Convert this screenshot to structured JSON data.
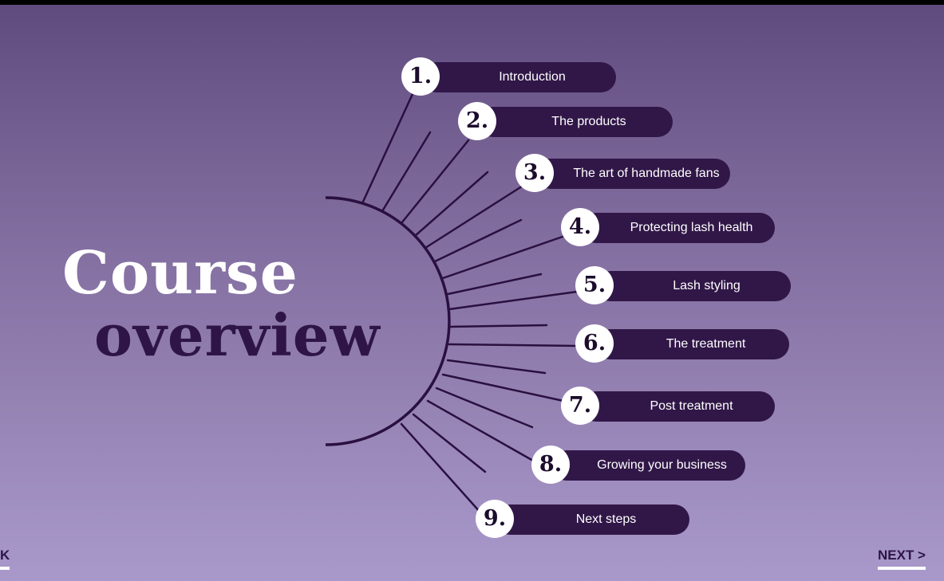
{
  "page": {
    "title_line1": "Course",
    "title_line2": "overview"
  },
  "menu": {
    "items": [
      {
        "number": "1.",
        "label": "Introduction"
      },
      {
        "number": "2.",
        "label": "The products"
      },
      {
        "number": "3.",
        "label": "The art of handmade fans"
      },
      {
        "number": "4.",
        "label": "Protecting lash health"
      },
      {
        "number": "5.",
        "label": "Lash styling"
      },
      {
        "number": "6.",
        "label": "The treatment"
      },
      {
        "number": "7.",
        "label": "Post treatment"
      },
      {
        "number": "8.",
        "label": "Growing your business"
      },
      {
        "number": "9.",
        "label": "Next steps"
      }
    ]
  },
  "nav": {
    "back_label": "K",
    "next_label": "NEXT >"
  },
  "colors": {
    "background_top": "#5f4a7e",
    "background_bottom": "#a999cb",
    "pill": "#311748",
    "title_dark": "#2f1547",
    "title_light": "#ffffff"
  }
}
